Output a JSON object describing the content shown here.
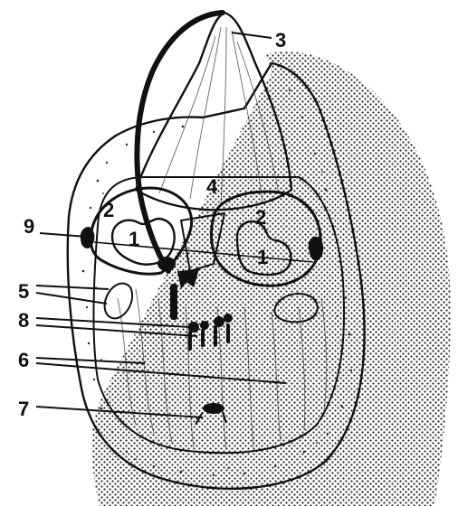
{
  "diagram": {
    "labels": {
      "l1a": "1",
      "l1b": "1",
      "l2a": "2",
      "l2b": "2",
      "l3": "3",
      "l4": "4",
      "l5": "5",
      "l6": "6",
      "l7": "7",
      "l8": "8",
      "l9": "9"
    },
    "colors": {
      "ink": "#111111",
      "paper": "#ffffff",
      "stipple": "#2b2b2b"
    }
  }
}
